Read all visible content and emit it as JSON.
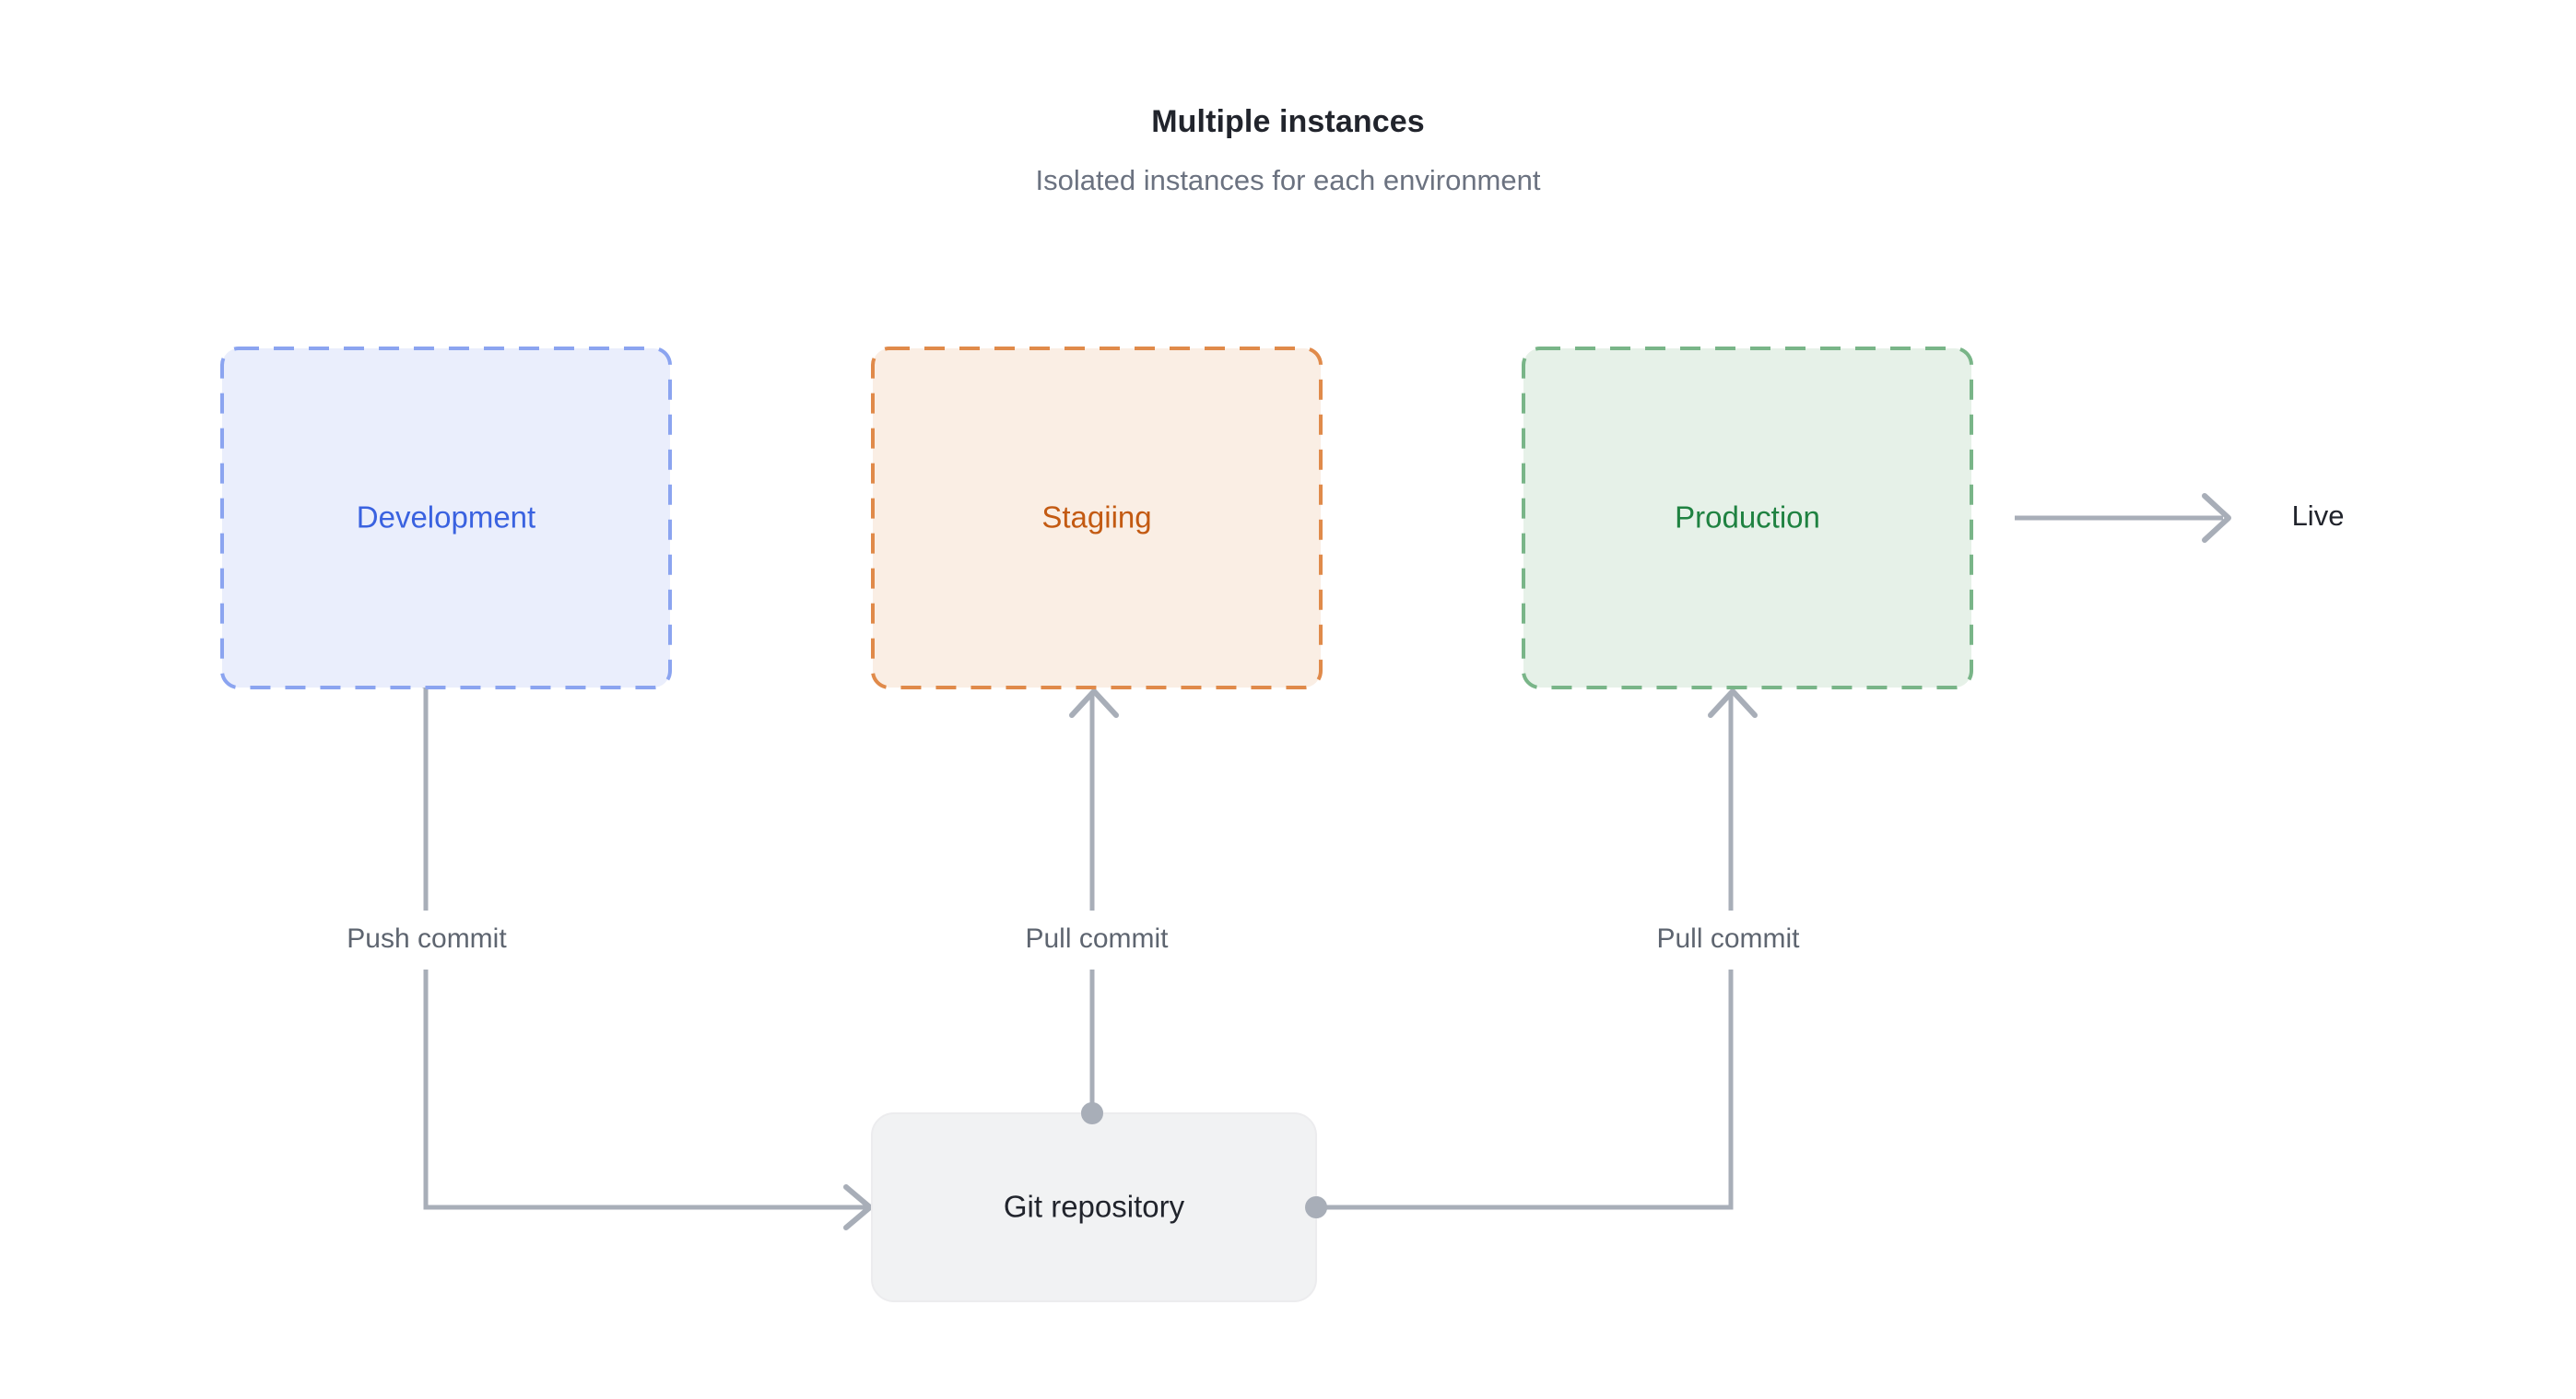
{
  "header": {
    "title": "Multiple instances",
    "subtitle": "Isolated instances for each environment"
  },
  "environments": [
    {
      "id": "development",
      "label": "Development",
      "fill": "#eaeefc",
      "stroke": "#8ba4f0",
      "text_color": "#3a62e0"
    },
    {
      "id": "staging",
      "label": "Stagiing",
      "fill": "#faeee4",
      "stroke": "#e08a4a",
      "text_color": "#c35a12"
    },
    {
      "id": "production",
      "label": "Production",
      "fill": "#e6f1e8",
      "stroke": "#79b588",
      "text_color": "#1f8241"
    }
  ],
  "repository": {
    "label": "Git repository",
    "fill": "#f1f2f3"
  },
  "live": {
    "label": "Live"
  },
  "edges": [
    {
      "id": "push-commit",
      "label": "Push commit"
    },
    {
      "id": "pull-commit-staging",
      "label": "Pull commit"
    },
    {
      "id": "pull-commit-production",
      "label": "Pull commit"
    }
  ],
  "colors": {
    "connector": "#a8aeb8",
    "title": "#21242c",
    "subtitle": "#6b7280",
    "edge_label": "#5e6570",
    "background": "#ffffff"
  }
}
